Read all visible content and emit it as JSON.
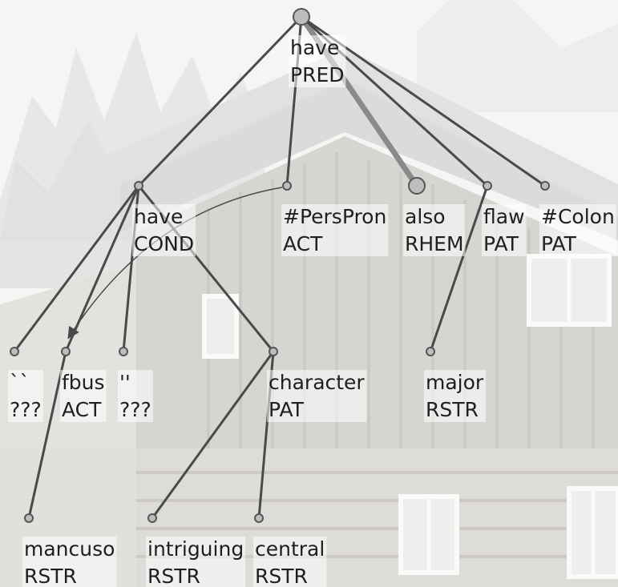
{
  "tree": {
    "nodes": [
      {
        "id": "root",
        "lemma": "have",
        "functor": "PRED",
        "big": true
      },
      {
        "id": "have2",
        "lemma": "have",
        "functor": "COND"
      },
      {
        "id": "perspron",
        "lemma": "#PersPron",
        "functor": "ACT"
      },
      {
        "id": "also",
        "lemma": "also",
        "functor": "RHEM",
        "big": true
      },
      {
        "id": "flaw",
        "lemma": "flaw",
        "functor": "PAT"
      },
      {
        "id": "colon",
        "lemma": "#Colon",
        "functor": "PAT"
      },
      {
        "id": "quote-open",
        "lemma": "``",
        "functor": "???"
      },
      {
        "id": "fbus",
        "lemma": "fbus",
        "functor": "ACT"
      },
      {
        "id": "quote-close",
        "lemma": "''",
        "functor": "???"
      },
      {
        "id": "character",
        "lemma": "character",
        "functor": "PAT"
      },
      {
        "id": "major",
        "lemma": "major",
        "functor": "RSTR"
      },
      {
        "id": "mancuso",
        "lemma": "mancuso",
        "functor": "RSTR"
      },
      {
        "id": "intriguing",
        "lemma": "intriguing",
        "functor": "RSTR"
      },
      {
        "id": "central",
        "lemma": "central",
        "functor": "RSTR"
      }
    ],
    "edges": [
      {
        "from": "root",
        "to": "have2"
      },
      {
        "from": "root",
        "to": "perspron"
      },
      {
        "from": "root",
        "to": "also",
        "thick": true
      },
      {
        "from": "root",
        "to": "flaw"
      },
      {
        "from": "root",
        "to": "colon"
      },
      {
        "from": "have2",
        "to": "quote-open"
      },
      {
        "from": "have2",
        "to": "fbus"
      },
      {
        "from": "have2",
        "to": "quote-close"
      },
      {
        "from": "have2",
        "to": "character"
      },
      {
        "from": "fbus",
        "to": "mancuso"
      },
      {
        "from": "flaw",
        "to": "major"
      },
      {
        "from": "character",
        "to": "intriguing"
      },
      {
        "from": "character",
        "to": "central"
      }
    ],
    "coref_arrows": [
      {
        "from": "perspron",
        "to": "fbus"
      }
    ]
  },
  "colors": {
    "edge": "#4a4a4a",
    "edge_thick": "#8a8a8a",
    "node_fill": "#bdbdbd",
    "node_stroke": "#555555",
    "label_box": "#ffffff",
    "text": "#1f1f1f"
  }
}
